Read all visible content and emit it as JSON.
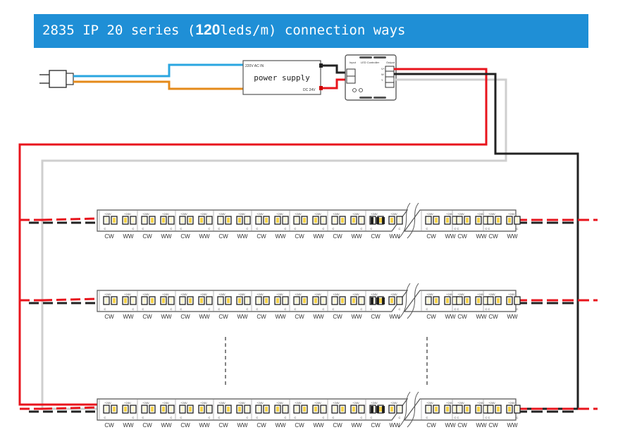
{
  "title": {
    "prefix": "2835 IP 20 series (",
    "count": "120",
    "suffix": "leds/m) connection ways"
  },
  "power_supply": {
    "label": "power supply",
    "input_tag": "220V AC IN",
    "output_tag": "DC 24V"
  },
  "controller": {
    "input_tag": "Input",
    "title": "LED Controller",
    "output_tag": "Output",
    "pin_v": "V+",
    "pin_1": "W",
    "pin_2": "Y"
  },
  "strip": {
    "plus_label": "+24V",
    "minus_label": "C",
    "cw_label": "CW",
    "ww_label": "WW"
  },
  "colors": {
    "title_bar": "#1f8fd6",
    "wire_red": "#e8141c",
    "wire_black": "#222222",
    "wire_grey": "#cfcfcf",
    "wire_blue": "#2aa6e0",
    "wire_orange": "#e48a1a"
  }
}
